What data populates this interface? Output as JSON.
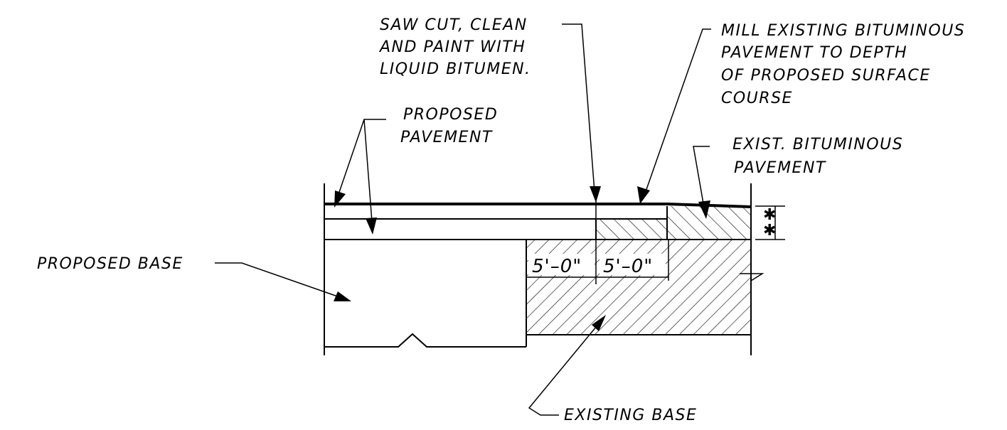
{
  "labels": {
    "saw_cut": [
      "SAW CUT, CLEAN",
      "AND PAINT WITH",
      "LIQUID BITUMEN."
    ],
    "mill_existing": [
      "MILL EXISTING BITUMINOUS",
      "PAVEMENT TO DEPTH",
      "OF PROPOSED SURFACE",
      "COURSE"
    ],
    "proposed_pavement": [
      "PROPOSED",
      "PAVEMENT"
    ],
    "exist_bituminous": [
      "EXIST. BITUMINOUS",
      "PAVEMENT"
    ],
    "proposed_base": "PROPOSED BASE",
    "existing_base": "EXISTING BASE",
    "dim_left": "5'–0\"",
    "dim_right": "5'–0\"",
    "depth_marks": [
      "✱",
      "✱"
    ]
  }
}
